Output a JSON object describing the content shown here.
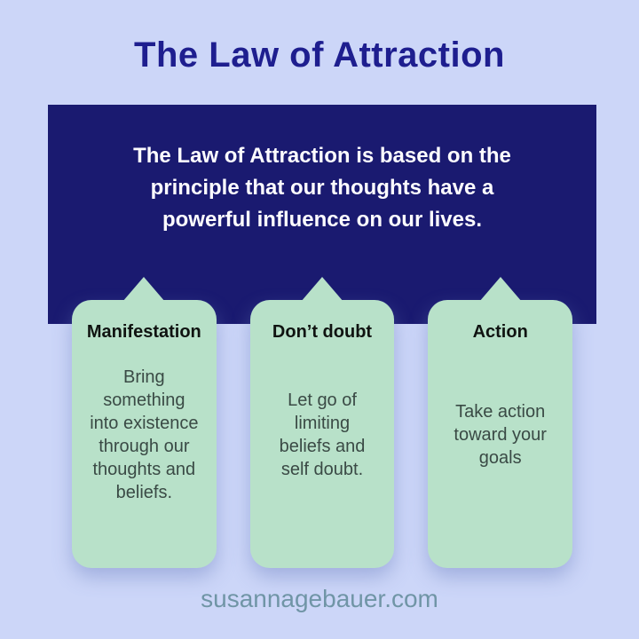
{
  "title": "The Law of Attraction",
  "intro": {
    "text": "The Law of Attraction is based on the\nprinciple that our thoughts have a\npowerful influence on our lives."
  },
  "cards": [
    {
      "heading": "Manifestation",
      "body": "Bring\nsomething\ninto existence\nthrough our\nthoughts and\nbeliefs."
    },
    {
      "heading": "Don’t doubt",
      "body": "Let go of\nlimiting\nbeliefs and\nself doubt."
    },
    {
      "heading": "Action",
      "body": "Take action\ntoward your\ngoals"
    }
  ],
  "footer": {
    "website": "susannagebauer.com"
  },
  "colors": {
    "background": "#ccd6f8",
    "title_text": "#1e1e8f",
    "intro_box": "#1a1a70",
    "intro_text": "#fdfcff",
    "card_background": "#b8e1c9",
    "card_heading_text": "#101311",
    "card_body_text": "#3a4a45",
    "footer_text": "#7095a6"
  }
}
